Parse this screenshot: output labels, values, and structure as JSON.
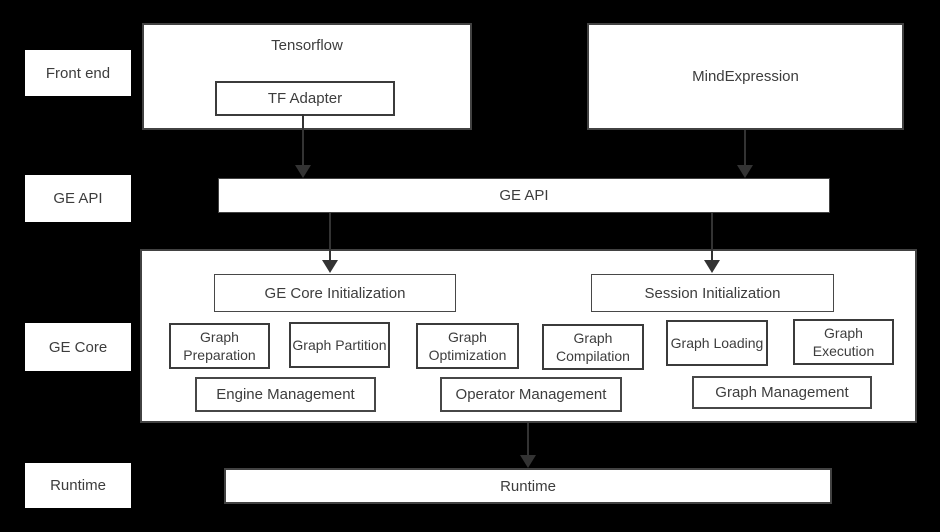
{
  "layers": [
    {
      "label": "Front end"
    },
    {
      "label": "GE API"
    },
    {
      "label": "GE Core"
    },
    {
      "label": "Runtime"
    }
  ],
  "frontend": {
    "tensorflow_label": "Tensorflow",
    "tf_adapter_label": "TF Adapter",
    "mindexpression_label": "MindExpression"
  },
  "api": {
    "bar_label": "GE API"
  },
  "ge_core": {
    "init": [
      "GE Core Initialization",
      "Session Initialization"
    ],
    "modules": [
      "Graph Preparation",
      "Graph Partition",
      "Graph Optimization",
      "Graph Compilation",
      "Graph Loading",
      "Graph Execution"
    ],
    "management": [
      "Engine Management",
      "Operator Management",
      "Graph Management"
    ]
  },
  "runtime": {
    "bar_label": "Runtime"
  },
  "colors": {
    "background": "#000000",
    "box_fill": "#ffffff",
    "border": "#424242",
    "text": "#3d3d3d",
    "arrow": "#333333"
  }
}
